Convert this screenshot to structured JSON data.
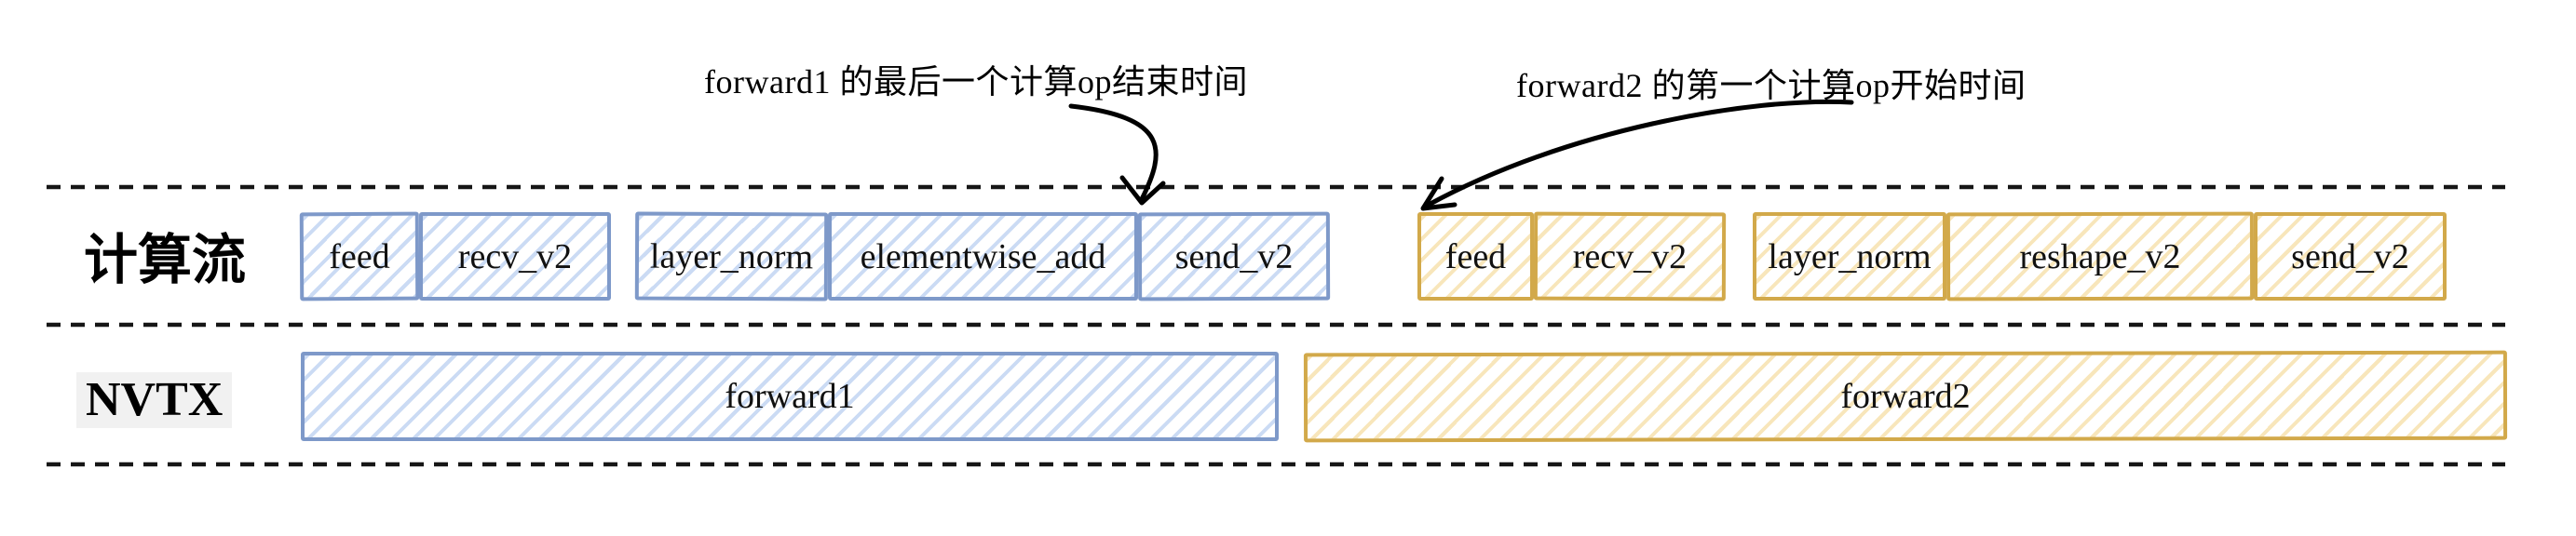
{
  "annotations": {
    "forward1_note": "forward1 的最后一个计算op结束时间",
    "forward2_note": "forward2 的第一个计算op开始时间"
  },
  "rows": {
    "compute_stream_label": "计算流",
    "nvtx_label": "NVTX"
  },
  "compute_stream": {
    "forward1_ops": [
      "feed",
      "recv_v2",
      "layer_norm",
      "elementwise_add",
      "send_v2"
    ],
    "forward2_ops": [
      "feed",
      "recv_v2",
      "layer_norm",
      "reshape_v2",
      "send_v2"
    ]
  },
  "nvtx_ranges": {
    "forward1": "forward1",
    "forward2": "forward2"
  },
  "colors": {
    "forward1_accent": "#7e99c9",
    "forward1_hatch": "#c9d9f0",
    "forward2_accent": "#d2a94a",
    "forward2_hatch": "#f6dfa5",
    "annotation_ink": "#000000"
  }
}
